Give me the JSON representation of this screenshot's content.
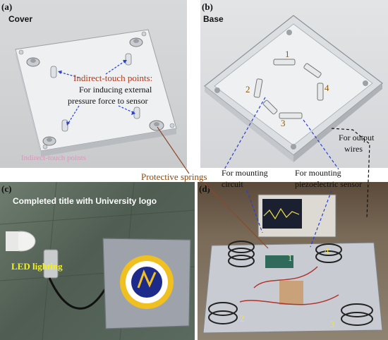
{
  "panels": {
    "a": {
      "letter": "(a)",
      "title": "Cover",
      "callout_title": "Indirect-touch points:",
      "callout_line1": "For inducing external",
      "callout_line2": "pressure force to sensor",
      "faded_text": "Indirect-touch points"
    },
    "b": {
      "letter": "(b)",
      "title": "Base",
      "slot_numbers": [
        "1",
        "2",
        "3",
        "4"
      ],
      "output_wires_line1": "For output",
      "output_wires_line2": "wires"
    },
    "c": {
      "letter": "(c)",
      "title": "Completed title with University logo",
      "led_label": "LED lighting"
    },
    "d": {
      "letter": "(d)",
      "slot_numbers": [
        "1",
        "2",
        "3",
        "4"
      ]
    }
  },
  "annotations": {
    "protective_springs": "Protective springs",
    "mounting_circuit_line1": "For mounting",
    "mounting_circuit_line2": "circuit",
    "mounting_sensor_line1": "For mounting",
    "mounting_sensor_line2": "piezoelectric sensor"
  },
  "colors": {
    "callout_title": "#b03a1a",
    "arrow_blue": "#2a3fd0",
    "leader_brown": "#8a4a2a",
    "led_label": "#f2f21a",
    "logo_ring": "#f0c020",
    "logo_center": "#1c2a8a"
  }
}
